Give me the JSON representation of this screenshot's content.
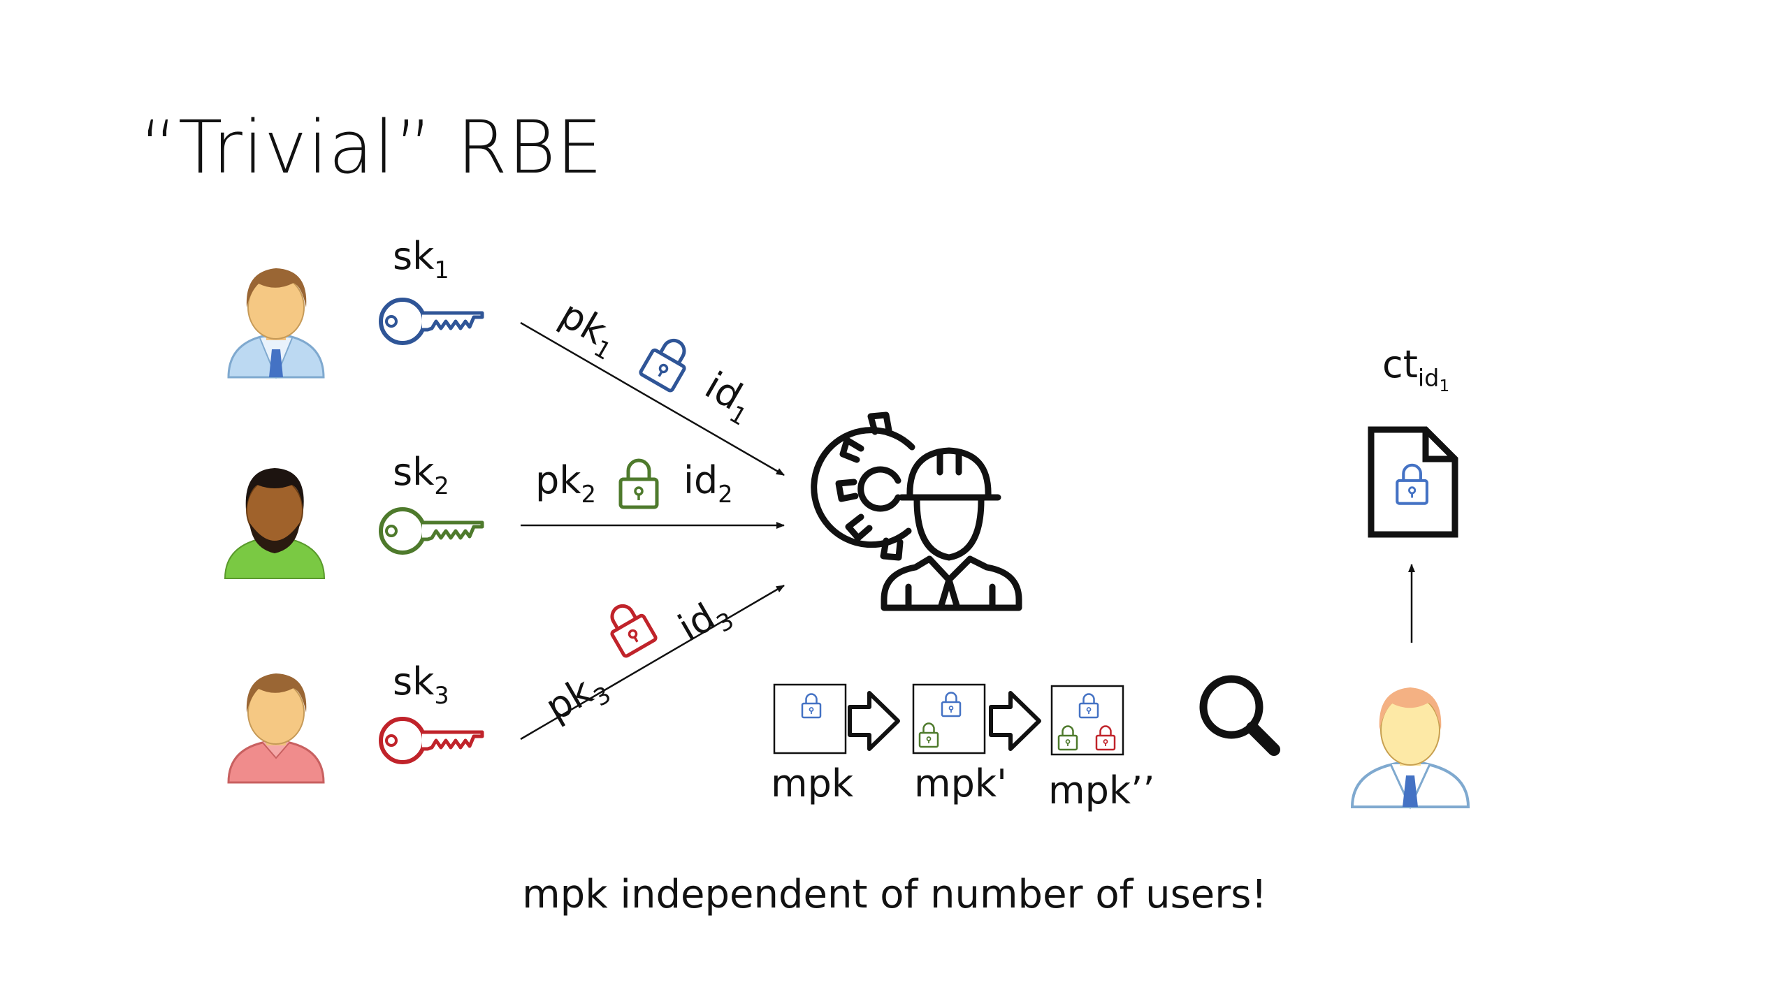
{
  "title": "“Trivial” RBE",
  "users": [
    {
      "key_name": "sk",
      "key_index": "1",
      "pk_name": "pk",
      "pk_index": "1",
      "id_name": "id",
      "id_index": "1",
      "color": "#2f5597"
    },
    {
      "key_name": "sk",
      "key_index": "2",
      "pk_name": "pk",
      "pk_index": "2",
      "id_name": "id",
      "id_index": "2",
      "color": "#4e7a2c"
    },
    {
      "key_name": "sk",
      "key_index": "3",
      "pk_name": "pk",
      "pk_index": "3",
      "id_name": "id",
      "id_index": "3",
      "color": "#c0232a"
    }
  ],
  "mpk_labels": [
    "mpk",
    "mpk'",
    "mpk’’"
  ],
  "ciphertext": {
    "name": "ct",
    "sub_name": "id",
    "sub_index": "1"
  },
  "footer": "mpk independent of number of users!",
  "colors": {
    "blue": "#2f5597",
    "green": "#4e7a2c",
    "red": "#c0232a",
    "lock_blue": "#4472c4"
  }
}
